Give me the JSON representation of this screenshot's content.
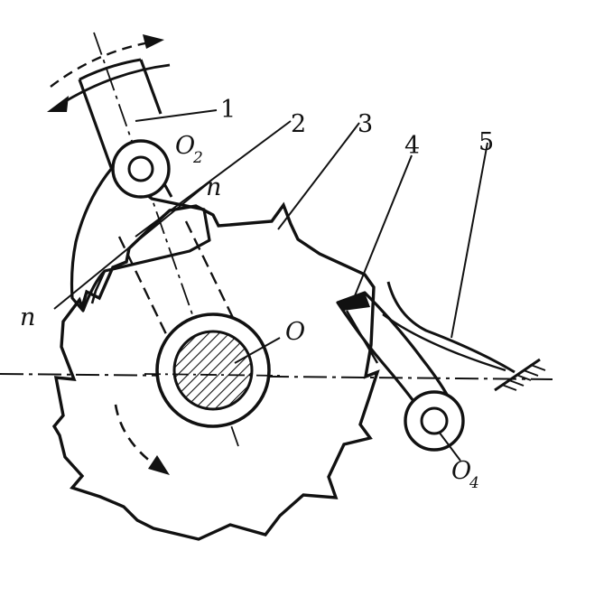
{
  "labels": {
    "part1": "1",
    "part2": "2",
    "part3": "3",
    "part4": "4",
    "part5": "5",
    "center_O": "O",
    "pivot_O2_base": "O",
    "pivot_O2_sub": "2",
    "pivot_O4_base": "O",
    "pivot_O4_sub": "4",
    "normal_n_top": "n",
    "normal_n_left": "n"
  },
  "colors": {
    "ink": "#111111",
    "background": "#ffffff"
  }
}
